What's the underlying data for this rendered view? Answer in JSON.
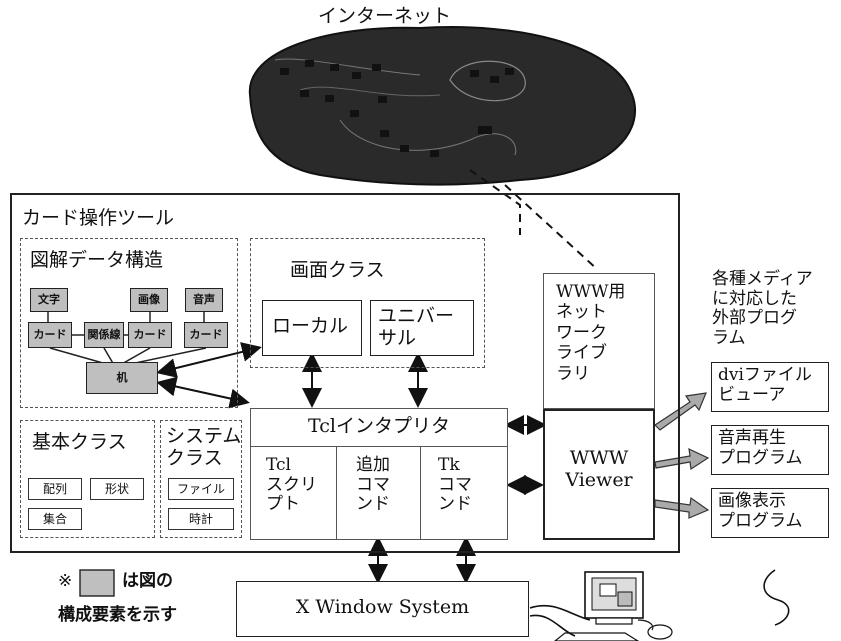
{
  "internet": {
    "label": "インターネット"
  },
  "tool": {
    "label": "カード操作ツール"
  },
  "diagram_structure": {
    "label": "図解データ構造",
    "items": [
      "文字",
      "画像",
      "音声",
      "カード",
      "関係線",
      "カード",
      "カード",
      "机"
    ]
  },
  "screen_class": {
    "label": "画面クラス",
    "local": "ローカル",
    "universal": "ユニバー\nサル"
  },
  "www_lib": {
    "label": "WWW用\nネット\nワーク\nライブ\nラリ"
  },
  "basic_class": {
    "label": "基本クラス",
    "items": [
      "配列",
      "形状",
      "集合"
    ]
  },
  "system_class": {
    "label": "システム\nクラス",
    "items": [
      "ファイル",
      "時計"
    ]
  },
  "tcl_interpreter": {
    "label": "Tclインタプリタ",
    "parts": [
      "Tcl\nスクリ\nプト",
      "追加\nコマ\nンド",
      "Tk\nコマ\nンド"
    ]
  },
  "www_viewer": {
    "label": "WWW\nViewer"
  },
  "media": {
    "label": "各種メディア\nに対応した\n外部プログ\nラム",
    "programs": [
      "dviファイル\nビューア",
      "音声再生\nプログラム",
      "画像表示\nプログラム"
    ]
  },
  "x_window": {
    "label": "X Window System"
  },
  "legend": {
    "mark": "※",
    "text1": "は図の",
    "text2": "構成要素を示す"
  }
}
